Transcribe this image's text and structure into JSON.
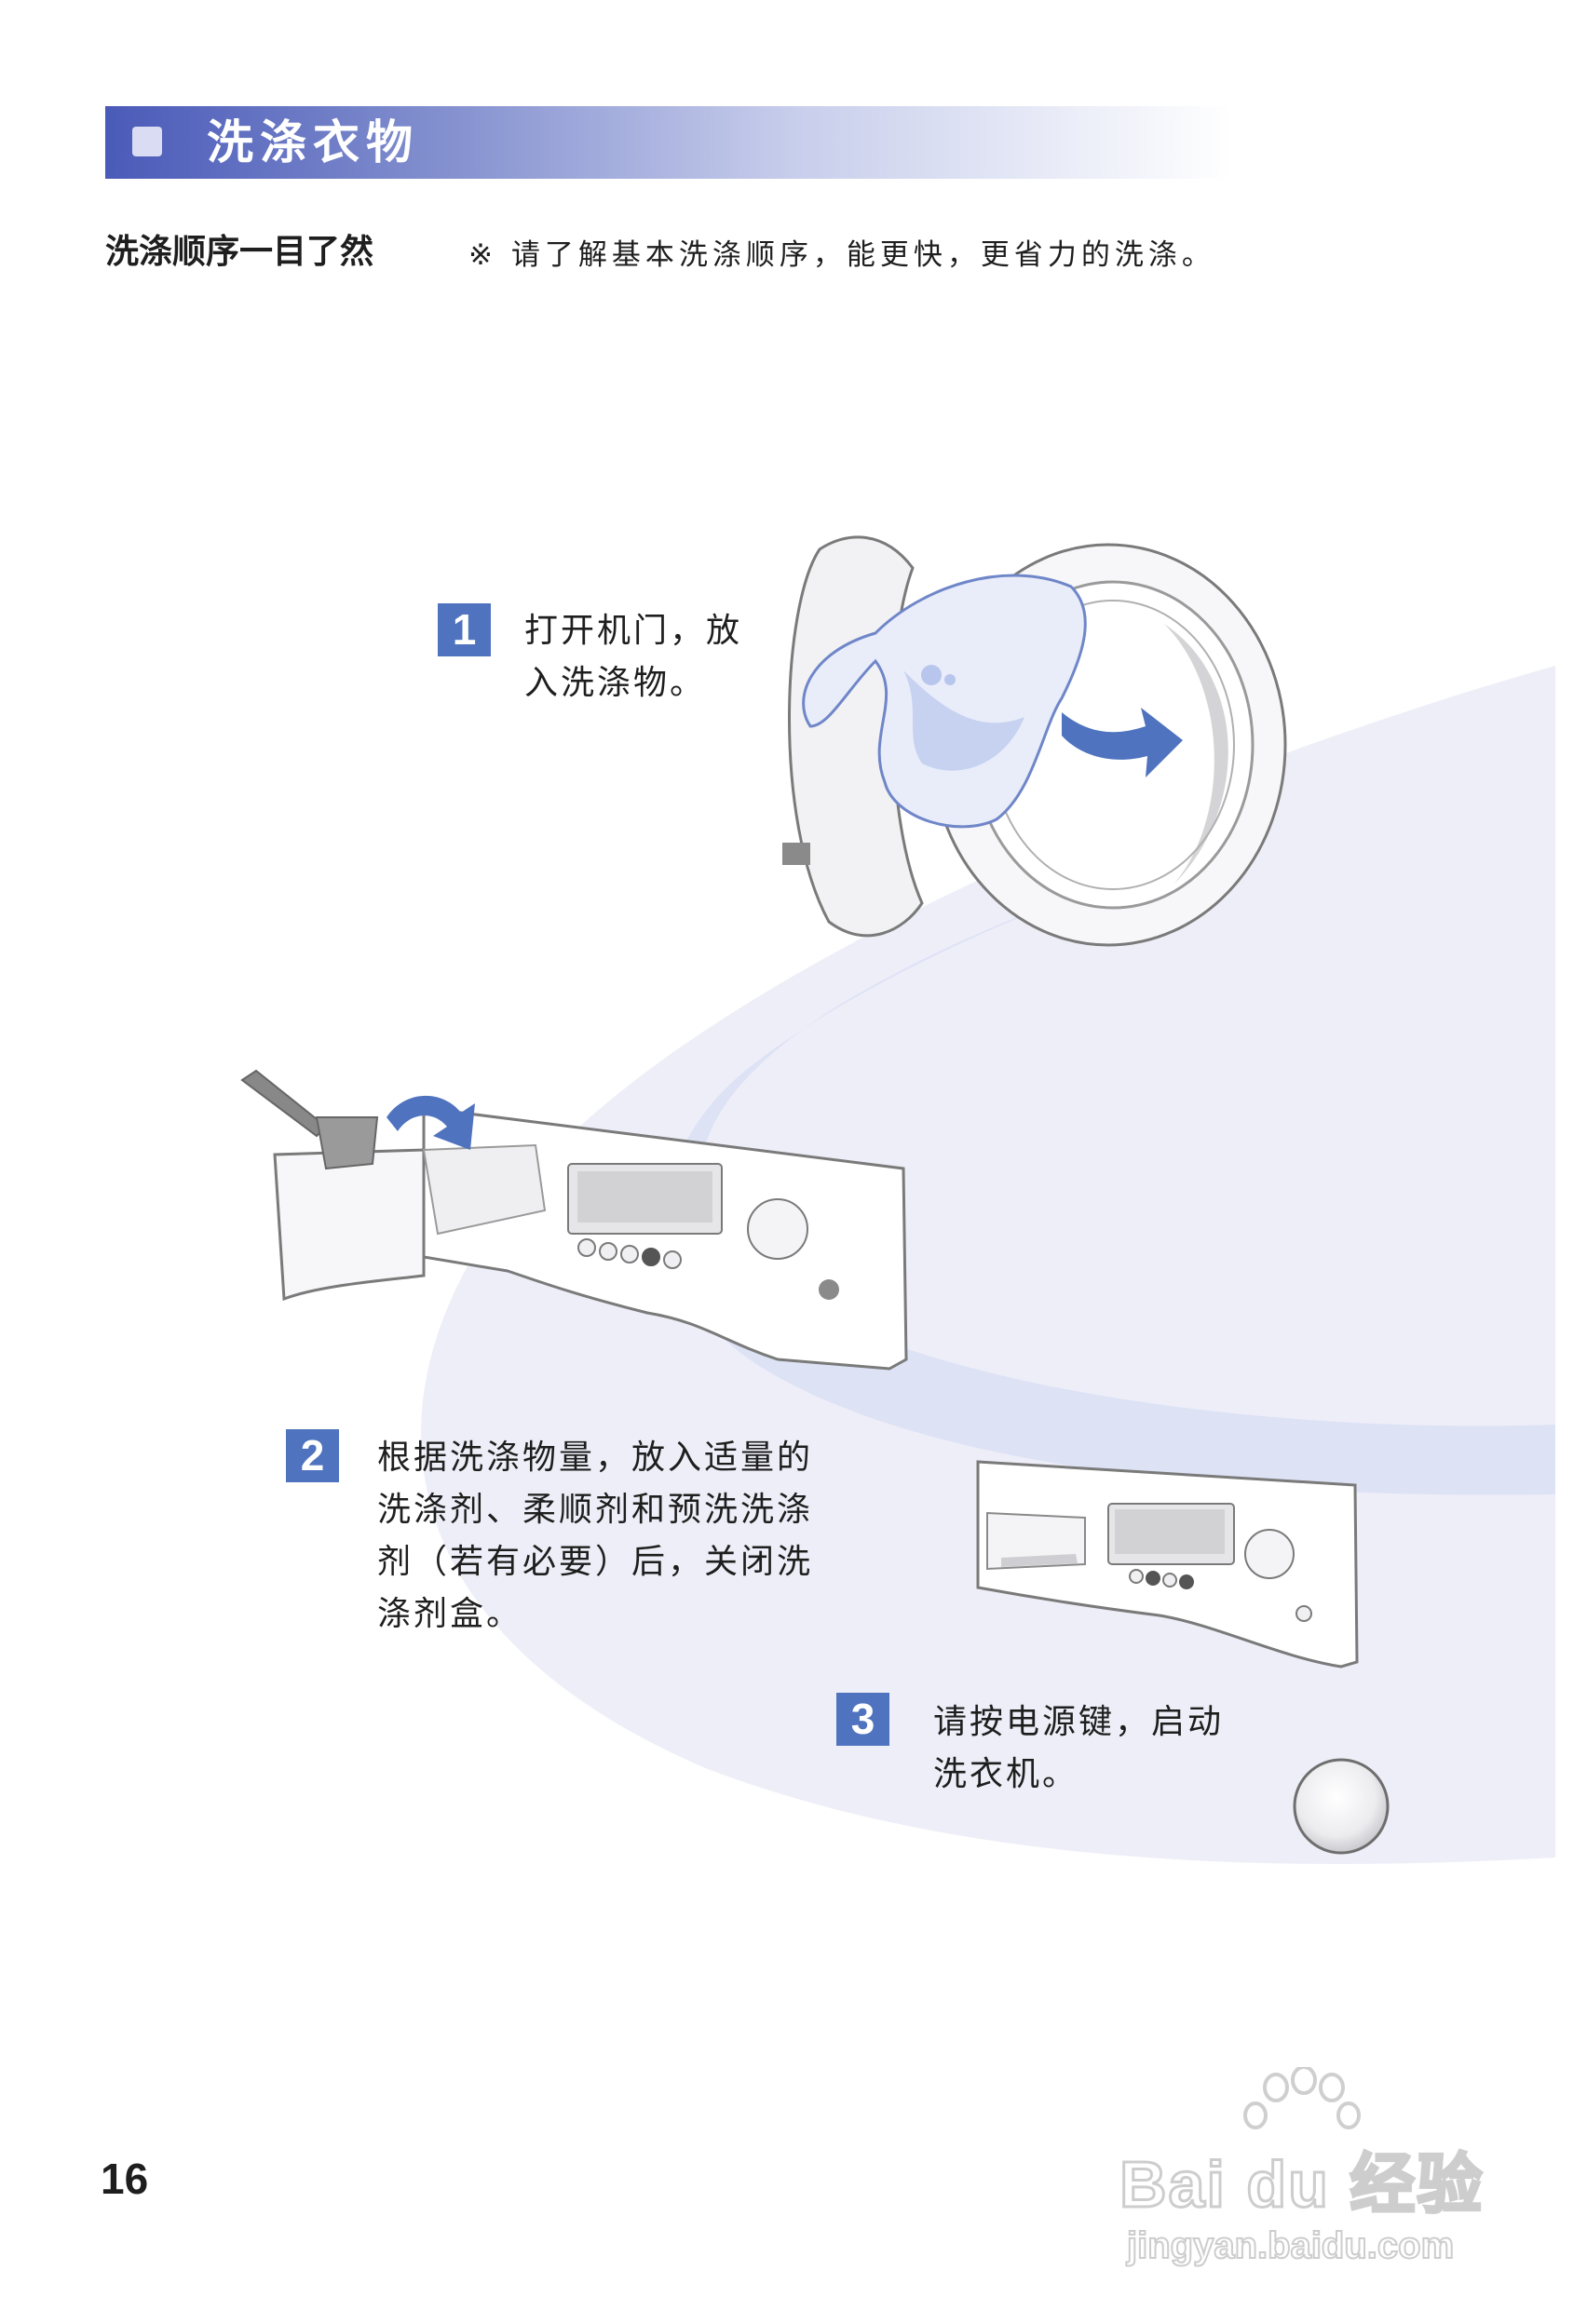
{
  "header": {
    "title": "洗涤衣物"
  },
  "intro": {
    "subtitle": "洗涤顺序一目了然",
    "note": "※ 请了解基本洗涤顺序，能更快，更省力的洗涤。"
  },
  "steps": [
    {
      "number": "1",
      "lines": [
        "打开机门，放",
        "入洗涤物。"
      ]
    },
    {
      "number": "2",
      "lines": [
        "根据洗涤物量，放入适量的",
        "洗涤剂、柔顺剂和预洗洗涤",
        "剂（若有必要）后，关闭洗",
        "涤剂盒。"
      ]
    },
    {
      "number": "3",
      "lines": [
        "请按电源键，启动",
        "洗衣机。"
      ]
    }
  ],
  "page_number": "16",
  "watermark": {
    "brand": "Bai du 经验",
    "url": "jingyan.baidu.com"
  },
  "colors": {
    "accent": "#4f73bf",
    "header_start": "#4a5ab8",
    "swoosh_light": "#eeeef8",
    "swoosh_band": "#dde2f5"
  }
}
